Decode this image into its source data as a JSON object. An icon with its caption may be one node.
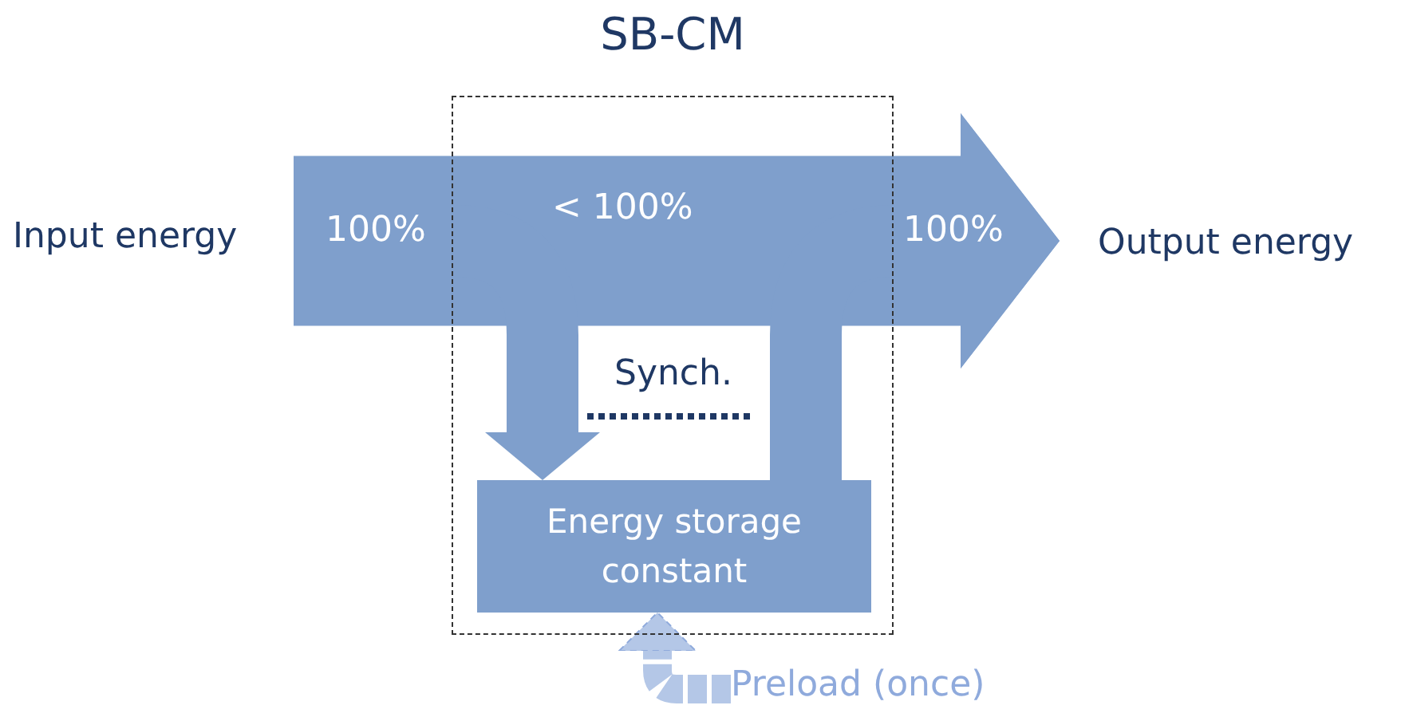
{
  "diagram": {
    "nodes": [
      {
        "text": [
          "SB-CM"
        ]
      },
      {
        "text": [
          "Input energy"
        ]
      },
      {
        "text": [
          "Output energy"
        ]
      },
      {
        "text": [
          "Energy storage constant"
        ],
        "in": 0
      },
      {
        "text": [
          "Preload (once)"
        ]
      }
    ],
    "edges": [
      {
        "from": 1,
        "to": 2,
        "arrow": "to",
        "style": "thick"
      },
      {
        "from": 1,
        "to": 3,
        "arrow": "to"
      },
      {
        "from": 3,
        "to": 2,
        "arrow": "to"
      },
      {
        "from": 4,
        "to": 3,
        "arrow": "to",
        "style": "dashed",
        "color": "#b4c7e7"
      }
    ],
    "labels": [
      "100%",
      "< 100%",
      "100%",
      "Synch."
    ]
  }
}
